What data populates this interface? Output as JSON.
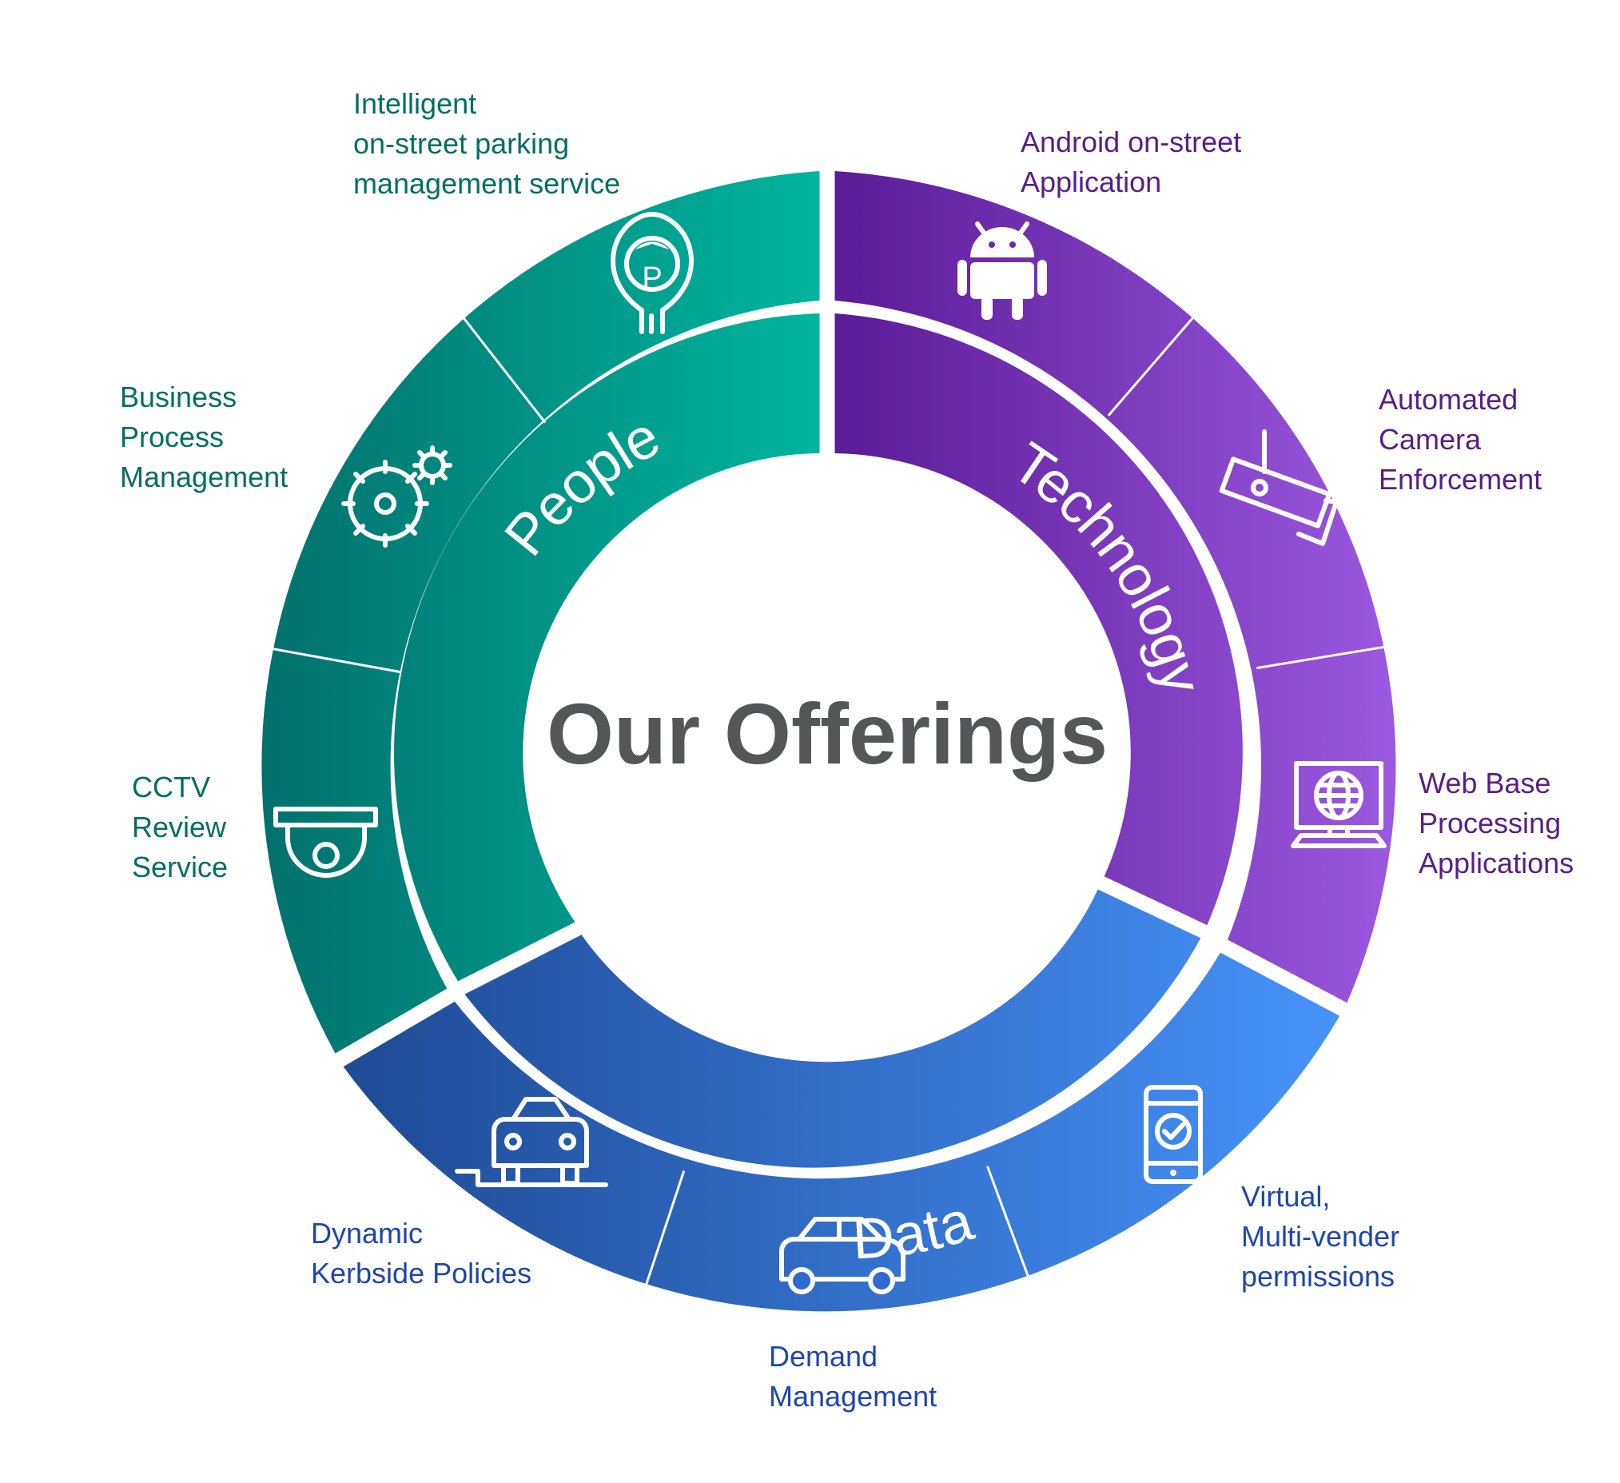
{
  "center_title": "Our Offerings",
  "categories": [
    {
      "key": "people",
      "label": "People",
      "color_start": "#026f6c",
      "color_end": "#00b59f"
    },
    {
      "key": "technology",
      "label": "Technology",
      "color_start": "#5b1a96",
      "color_end": "#9d5ae2"
    },
    {
      "key": "data",
      "label": "Data",
      "color_start": "#1f4a95",
      "color_end": "#4793fb"
    }
  ],
  "offerings": {
    "parking": {
      "lines": [
        "Intelligent",
        "on-street parking",
        "management service"
      ],
      "icon": "parking-meter-icon"
    },
    "bpm": {
      "lines": [
        "Business",
        "Process",
        "Management"
      ],
      "icon": "gears-icon"
    },
    "cctv": {
      "lines": [
        "CCTV",
        "Review",
        "Service"
      ],
      "icon": "cctv-dome-camera-icon"
    },
    "android": {
      "lines": [
        "Android on-street",
        "Application"
      ],
      "icon": "android-icon"
    },
    "camera": {
      "lines": [
        "Automated",
        "Camera",
        "Enforcement"
      ],
      "icon": "security-camera-icon"
    },
    "web": {
      "lines": [
        "Web Base",
        "Processing",
        "Applications"
      ],
      "icon": "globe-monitor-icon"
    },
    "permissions": {
      "lines": [
        "Virtual,",
        "Multi-vender",
        "permissions"
      ],
      "icon": "phone-check-icon"
    },
    "demand": {
      "lines": [
        "Demand",
        "Management"
      ],
      "icon": "car-icon"
    },
    "kerbside": {
      "lines": [
        "Dynamic",
        "Kerbside Policies"
      ],
      "icon": "car-kerb-icon"
    }
  }
}
